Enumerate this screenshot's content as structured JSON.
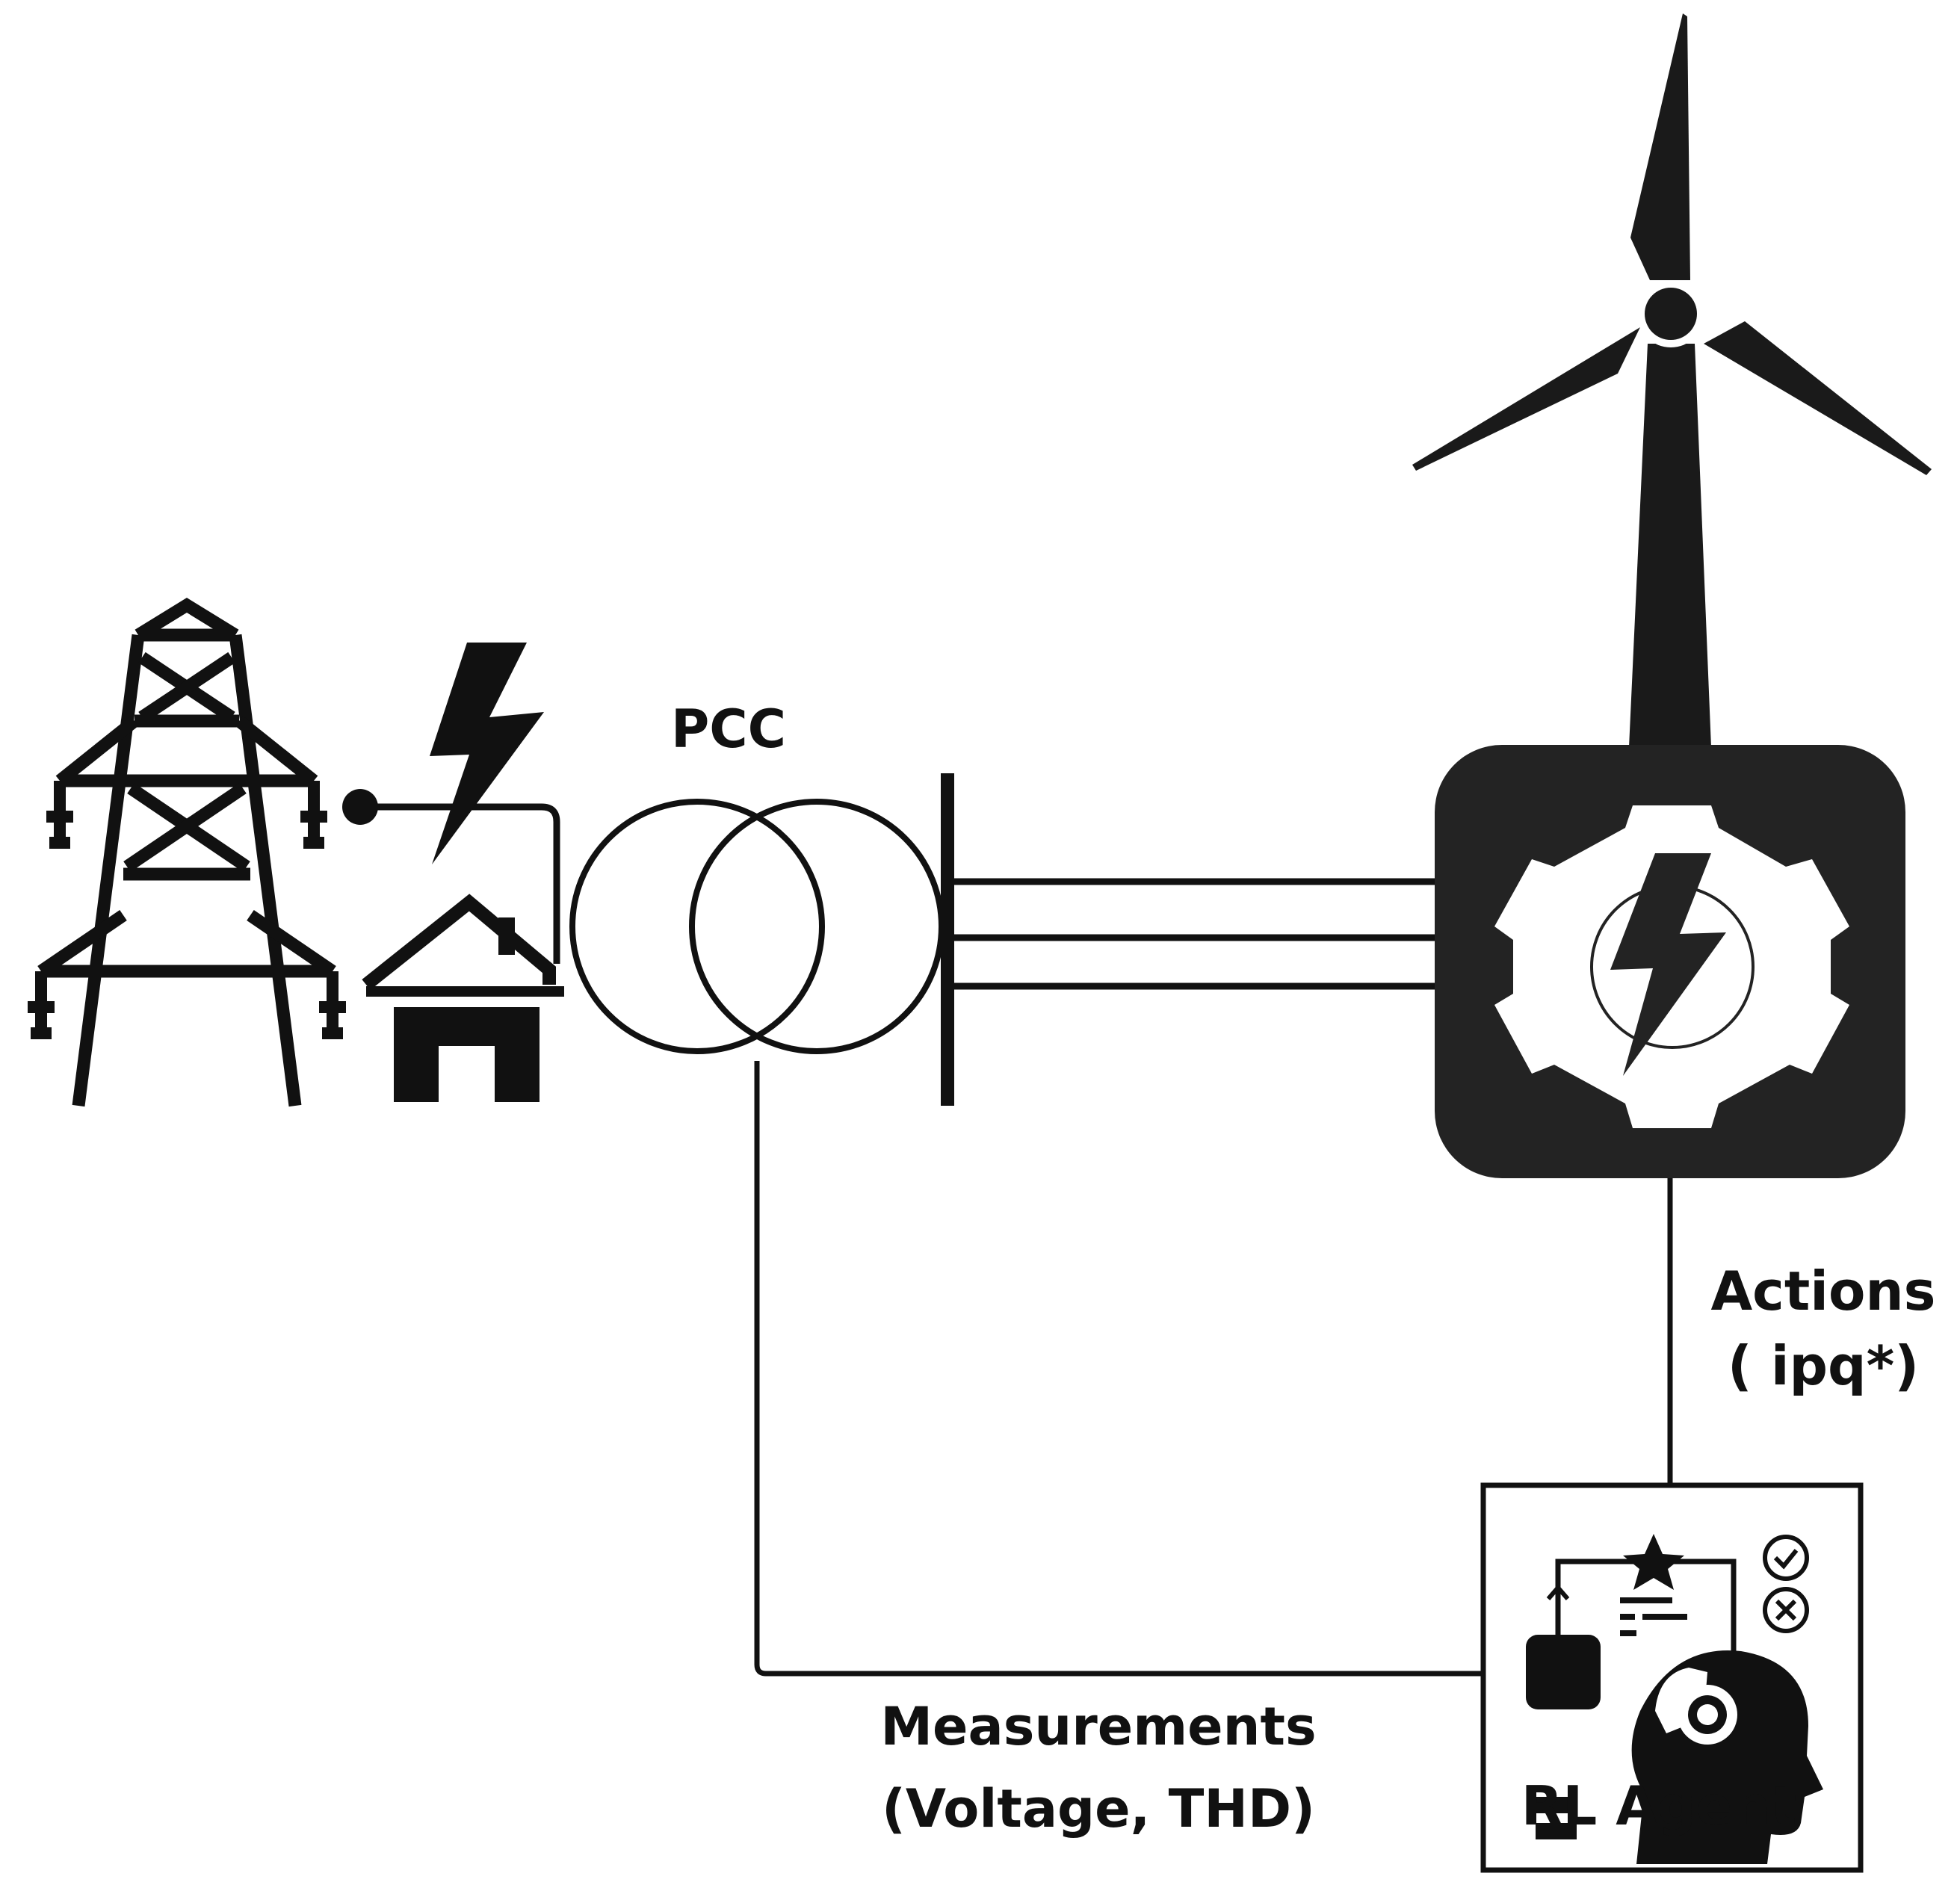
{
  "diagram": {
    "pcc_label": "PCC",
    "actions_label": "Actions",
    "actions_sub": "( ipq*)",
    "measurements_label": "Measurements",
    "measurements_sub": "(Voltage, THD)",
    "agent_label": "RL Agent"
  },
  "icons": {
    "grid": "transmission-tower-icon",
    "lightning": "lightning-bolt-icon",
    "house": "house-icon",
    "transformer": "transformer-icon",
    "wind": "wind-turbine-icon",
    "converter": "power-converter-icon",
    "agent": "rl-agent-icon"
  },
  "colors": {
    "ink": "#111111",
    "panel": "#232323",
    "background": "#ffffff"
  }
}
